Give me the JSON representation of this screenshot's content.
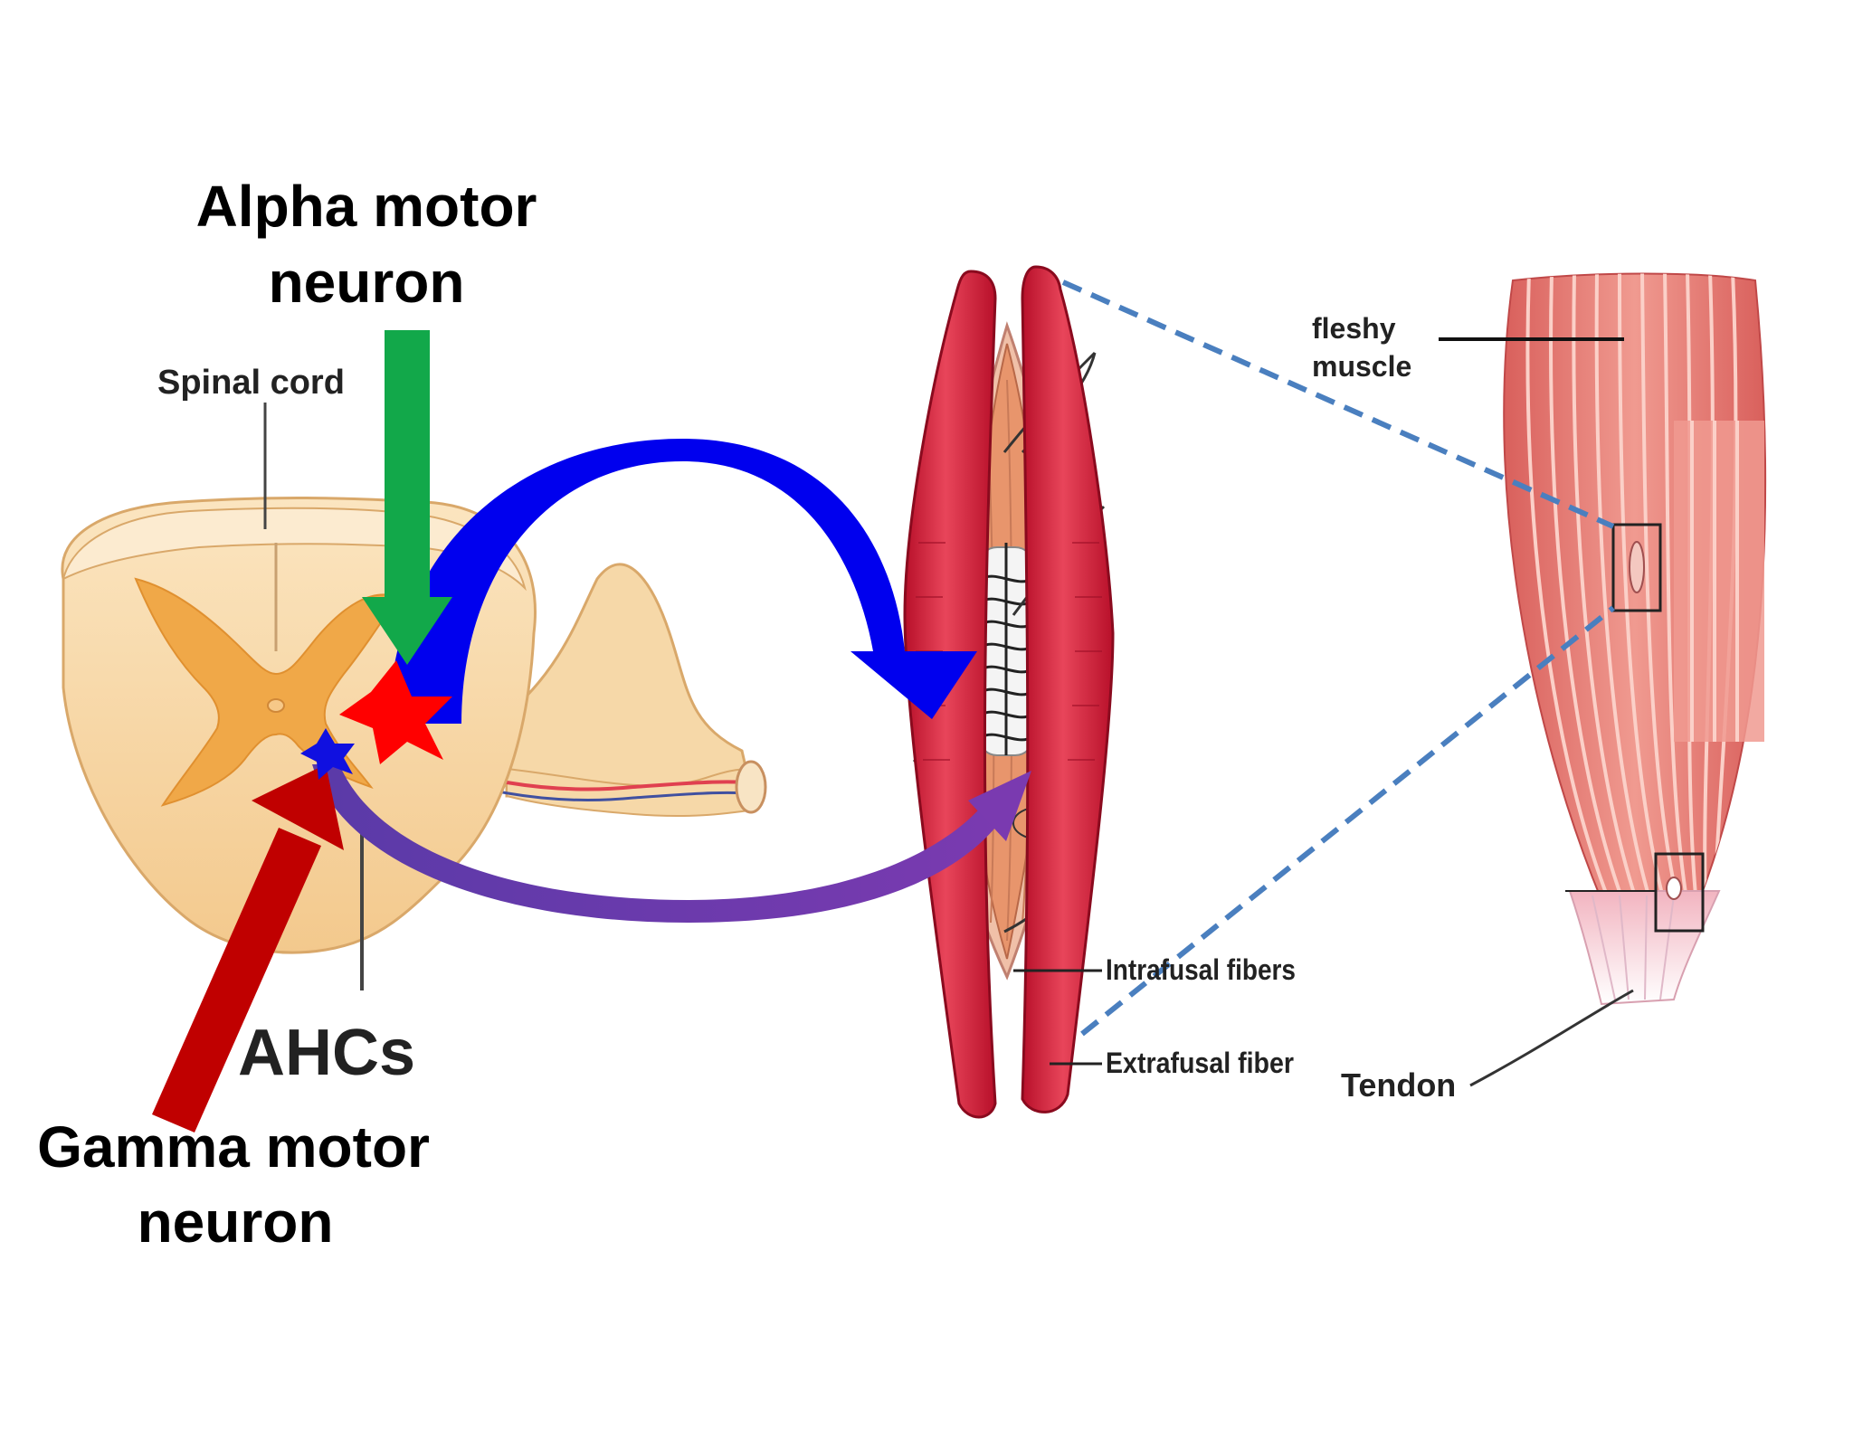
{
  "labels": {
    "alpha_line1": "Alpha motor",
    "alpha_line2": "neuron",
    "spinal_cord": "Spinal cord",
    "ahcs": "AHCs",
    "gamma_line1": "Gamma motor",
    "gamma_line2": "neuron",
    "intrafusal": "Intrafusal fibers",
    "extrafusal": "Extrafusal fiber",
    "fleshy_line1": "fleshy",
    "fleshy_line2": "muscle",
    "tendon": "Tendon"
  },
  "colors": {
    "alpha_arrow": "#12A84A",
    "gamma_arrow": "#C00000",
    "blue_arc": "#0000EE",
    "purple_arc": "#6A35A8",
    "alpha_star": "#FF0000",
    "gamma_star": "#1010E0",
    "dashed_line": "#4A7FBF",
    "gray_matter": "#F0A848",
    "white_matter": "#F8D9A8",
    "muscle_red": "#E03048",
    "muscle_light": "#EE8C86"
  }
}
